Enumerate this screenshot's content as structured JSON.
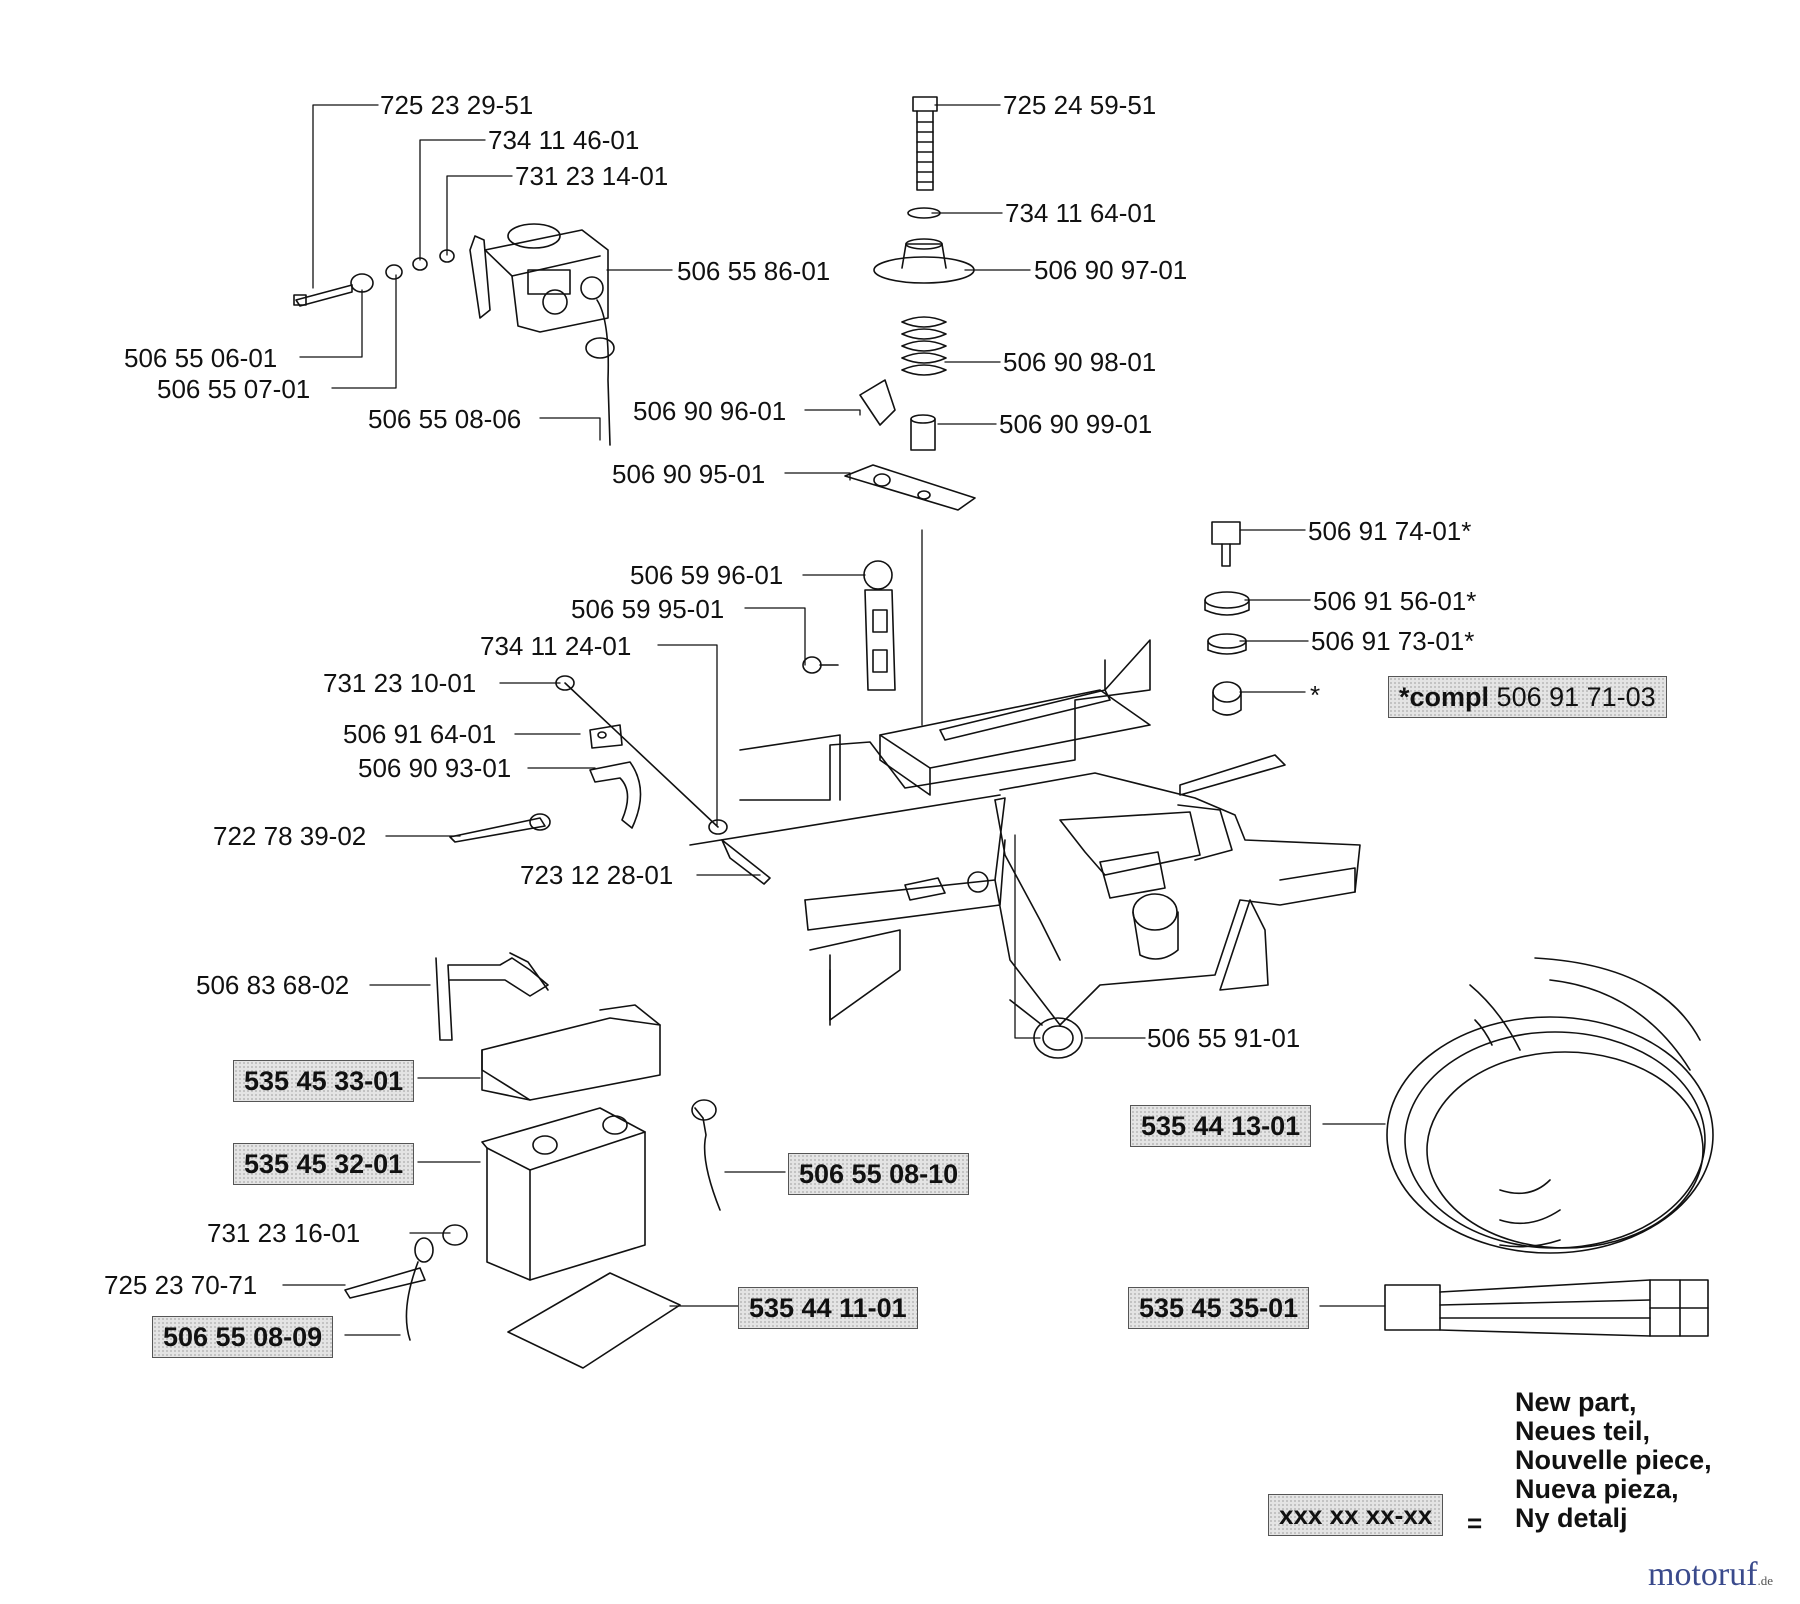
{
  "parts": {
    "p_725_23_29_51": "725 23 29-51",
    "p_734_11_46_01": "734 11 46-01",
    "p_731_23_14_01": "731 23 14-01",
    "p_506_55_86_01": "506 55 86-01",
    "p_506_55_06_01": "506 55 06-01",
    "p_506_55_07_01": "506 55 07-01",
    "p_506_55_08_06": "506 55 08-06",
    "p_725_24_59_51": "725 24 59-51",
    "p_734_11_64_01": "734 11 64-01",
    "p_506_90_97_01": "506 90 97-01",
    "p_506_90_98_01": "506 90 98-01",
    "p_506_90_96_01": "506 90 96-01",
    "p_506_90_99_01": "506 90 99-01",
    "p_506_90_95_01": "506 90 95-01",
    "p_506_91_74_01": "506 91 74-01*",
    "p_506_91_56_01": "506 91 56-01*",
    "p_506_91_73_01": "506 91 73-01*",
    "p_star": "*",
    "p_506_59_96_01": "506 59 96-01",
    "p_506_59_95_01": "506 59 95-01",
    "p_734_11_24_01": "734 11 24-01",
    "p_731_23_10_01": "731 23 10-01",
    "p_506_91_64_01": "506 91 64-01",
    "p_506_90_93_01": "506 90 93-01",
    "p_722_78_39_02": "722 78 39-02",
    "p_723_12_28_01": "723 12 28-01",
    "p_506_83_68_02": "506 83 68-02",
    "p_506_55_91_01": "506 55 91-01",
    "p_731_23_16_01": "731 23 16-01",
    "p_725_23_70_71": "725 23 70-71"
  },
  "new_parts": {
    "compl_prefix": "*compl",
    "compl_number": "506 91 71-03",
    "p_535_45_33_01": "535 45 33-01",
    "p_535_45_32_01": "535 45 32-01",
    "p_506_55_08_10": "506 55 08-10",
    "p_535_44_11_01": "535 44 11-01",
    "p_506_55_08_09": "506 55 08-09",
    "p_535_44_13_01": "535 44 13-01",
    "p_535_45_35_01": "535 45 35-01"
  },
  "legend": {
    "pattern": "xxx xx xx-xx",
    "equals": "=",
    "lines": [
      "New part,",
      "Neues teil,",
      "Nouvelle piece,",
      "Nueva pieza,",
      "Ny detalj"
    ]
  },
  "watermark": {
    "text": "motoruf",
    "suffix": ".de"
  }
}
